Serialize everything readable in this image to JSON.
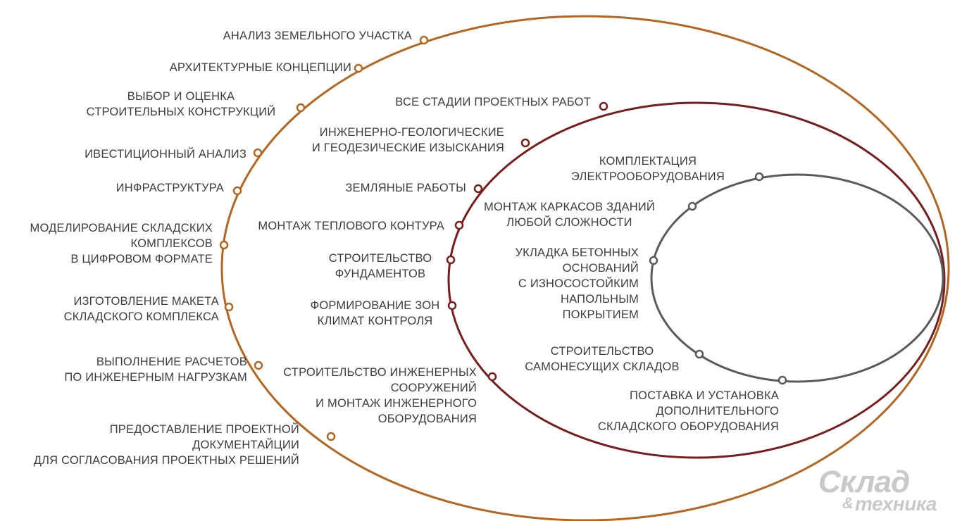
{
  "colors": {
    "outer": "#b5651d",
    "middle": "#7a1c1c",
    "inner": "#5a5a5a"
  },
  "outer_labels": [
    [
      "АНАЛИЗ ЗЕМЕЛЬНОГО УЧАСТКА"
    ],
    [
      "АРХИТЕКТУРНЫЕ  КОНЦЕПЦИИ"
    ],
    [
      "ВЫБОР И ОЦЕНКА",
      "СТРОИТЕЛЬНЫХ КОНСТРУКЦИЙ"
    ],
    [
      "ИВЕСТИЦИОННЫЙ АНАЛИЗ"
    ],
    [
      "ИНФРАСТРУКТУРА"
    ],
    [
      "МОДЕЛИРОВАНИЕ СКЛАДСКИХ",
      "КОМПЛЕКСОВ",
      "В ЦИФРОВОМ ФОРМАТЕ"
    ],
    [
      "ИЗГОТОВЛЕНИЕ МАКЕТА",
      "СКЛАДСКОГО КОМПЛЕКСА"
    ],
    [
      "ВЫПОЛНЕНИЕ РАСЧЕТОВ",
      "ПО ИНЖЕНЕРНЫМ  НАГРУЗКАМ"
    ],
    [
      "ПРЕДОСТАВЛЕНИЕ ПРОЕКТНОЙ",
      "ДОКУМЕНТАЙЦИИ",
      "ДЛЯ СОГЛАСОВАНИЯ ПРОЕКТНЫХ РЕШЕНИЙ"
    ]
  ],
  "middle_labels": [
    [
      "ВСЕ СТАДИИ ПРОЕКТНЫХ РАБОТ"
    ],
    [
      "ИНЖЕНЕРНО-ГЕОЛОГИЧЕСКИЕ",
      "И ГЕОДЕЗИЧЕСКИЕ ИЗЫСКАНИЯ"
    ],
    [
      "ЗЕМЛЯНЫЕ РАБОТЫ"
    ],
    [
      "МОНТАЖ ТЕПЛОВОГО КОНТУРА"
    ],
    [
      "СТРОИТЕЛЬСТВО",
      "ФУНДАМЕНТОВ"
    ],
    [
      "ФОРМИРОВАНИЕ ЗОН",
      "КЛИМАТ КОНТРОЛЯ"
    ],
    [
      "СТРОИТЕЛЬСТВО ИНЖЕНЕРНЫХ",
      "СООРУЖЕНИЙ",
      "И МОНТАЖ ИНЖЕНЕРНОГО",
      "ОБОРУДОВАНИЯ"
    ]
  ],
  "inner_labels": [
    [
      "КОМПЛЕКТАЦИЯ",
      "ЭЛЕКТРООБОРУДОВАНИЯ"
    ],
    [
      "МОНТАЖ КАРКАСОВ ЗДАНИЙ",
      "ЛЮБОЙ СЛОЖНОСТИ"
    ],
    [
      "УКЛАДКА БЕТОННЫХ",
      "ОСНОВАНИЙ",
      "С ИЗНОСОСТОЙКИМ",
      "НАПОЛЬНЫМ",
      "ПОКРЫТИЕМ"
    ],
    [
      "СТРОИТЕЛЬСТВО",
      "САМОНЕСУЩИХ СКЛАДОВ"
    ],
    [
      "ПОСТАВКА И УСТАНОВКА",
      "ДОПОЛНИТЕЛЬНОГО",
      "СКЛАДСКОГО ОБОРУДОВАНИЯ"
    ]
  ],
  "logo": {
    "main": "Склад",
    "amp": "&",
    "sub": "техника"
  }
}
